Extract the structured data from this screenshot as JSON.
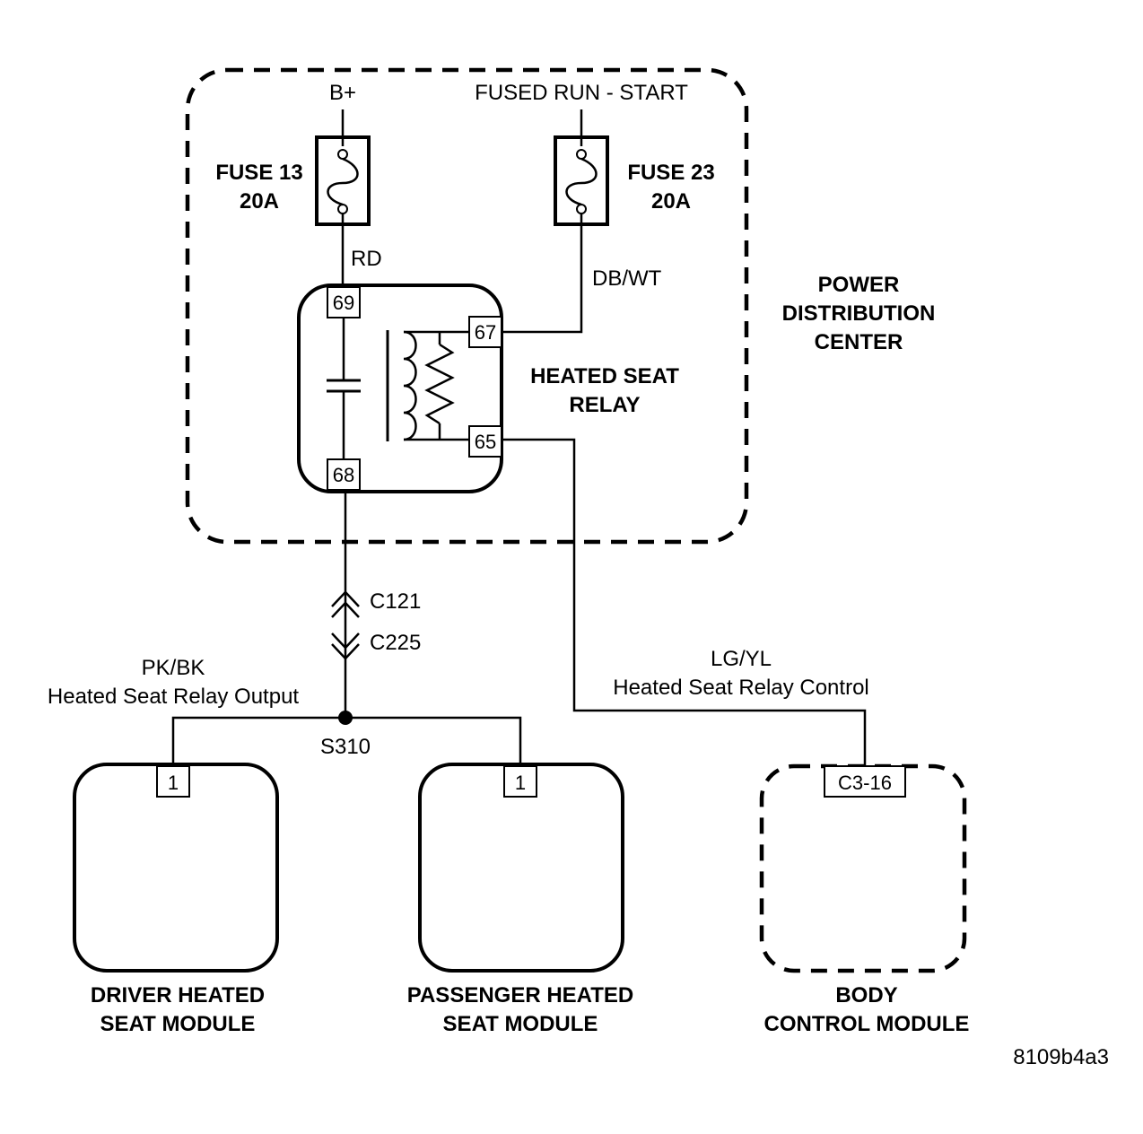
{
  "sources": {
    "battery": "B+",
    "fused_run_start": "FUSED RUN - START"
  },
  "fuses": {
    "fuse13": {
      "name": "FUSE 13",
      "rating": "20A"
    },
    "fuse23": {
      "name": "FUSE 23",
      "rating": "20A"
    }
  },
  "wires": {
    "rd": "RD",
    "db_wt": "DB/WT",
    "pk_bk": "PK/BK",
    "pk_bk_desc": "Heated Seat Relay Output",
    "lg_yl": "LG/YL",
    "lg_yl_desc": "Heated Seat Relay Control"
  },
  "relay": {
    "title_line1": "HEATED SEAT",
    "title_line2": "RELAY",
    "pins": {
      "p69": "69",
      "p67": "67",
      "p65": "65",
      "p68": "68"
    }
  },
  "pdc": {
    "line1": "POWER",
    "line2": "DISTRIBUTION",
    "line3": "CENTER"
  },
  "connectors": {
    "c121": "C121",
    "c225": "C225"
  },
  "splice": "S310",
  "modules": {
    "driver": {
      "pin": "1",
      "line1": "DRIVER HEATED",
      "line2": "SEAT MODULE"
    },
    "passenger": {
      "pin": "1",
      "line1": "PASSENGER HEATED",
      "line2": "SEAT MODULE"
    },
    "bcm": {
      "pin": "C3-16",
      "line1": "BODY",
      "line2": "CONTROL MODULE"
    }
  },
  "figure_id": "8109b4a3"
}
